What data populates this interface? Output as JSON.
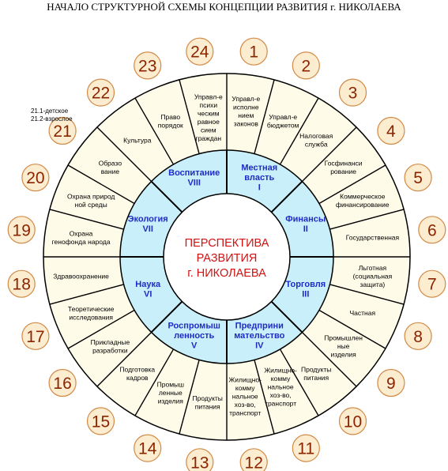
{
  "title": "НАЧАЛО СТРУКТУРНОЙ СХЕМЫ КОНЦЕПЦИИ РАЗВИТИЯ г. НИКОЛАЕВА",
  "note": [
    "21.1-детское",
    "21.2-взрослое"
  ],
  "center": [
    "ПЕРСПЕКТИВА",
    "РАЗВИТИЯ",
    "г. НИКОЛАЕВА"
  ],
  "colors": {
    "ring": "#c9f0fa",
    "outer": "#fefbe8",
    "badge": "#fcecd0",
    "badge_border": "#d28a46",
    "number": "#8b2500",
    "middle_text": "#1f2bc4",
    "center_text": "#d41010"
  },
  "middle": [
    {
      "lines": [
        "Местная",
        "власть",
        "I"
      ]
    },
    {
      "lines": [
        "Финансы",
        "II"
      ]
    },
    {
      "lines": [
        "Торговля",
        "III"
      ]
    },
    {
      "lines": [
        "Предприни",
        "мательство",
        "IV"
      ]
    },
    {
      "lines": [
        "Роспромыш",
        "ленность",
        "V"
      ]
    },
    {
      "lines": [
        "Наука",
        "VI"
      ]
    },
    {
      "lines": [
        "Экология",
        "VII"
      ]
    },
    {
      "lines": [
        "Воспитание",
        "VIII"
      ]
    }
  ],
  "outer": [
    {
      "num": "1",
      "lines": [
        "Управл-е",
        "исполне",
        "нием",
        "законов"
      ]
    },
    {
      "num": "2",
      "lines": [
        "Управл-е",
        "бюджетом"
      ]
    },
    {
      "num": "3",
      "lines": [
        "Налоговая",
        "служба"
      ]
    },
    {
      "num": "4",
      "lines": [
        "Госфинанси",
        "рование"
      ]
    },
    {
      "num": "5",
      "lines": [
        "Коммерческое",
        "финансирование"
      ]
    },
    {
      "num": "6",
      "lines": [
        "Государственная"
      ]
    },
    {
      "num": "7",
      "lines": [
        "Льготная",
        "(социальная",
        "защита)"
      ]
    },
    {
      "num": "8",
      "lines": [
        "Частная"
      ]
    },
    {
      "num": "9",
      "lines": [
        "Промышлен",
        "ные",
        "изделия"
      ]
    },
    {
      "num": "10",
      "lines": [
        "Продукты",
        "питания"
      ]
    },
    {
      "num": "11",
      "lines": [
        "Жилищно-",
        "комму",
        "нальное",
        "хоз-во,",
        "транспорт"
      ]
    },
    {
      "num": "12",
      "lines": [
        "Жилищно-",
        "комму",
        "нальное",
        "хоз-во,",
        "транспорт"
      ]
    },
    {
      "num": "13",
      "lines": [
        "Продукты",
        "питания"
      ]
    },
    {
      "num": "14",
      "lines": [
        "Промыш",
        "ленные",
        "изделия"
      ]
    },
    {
      "num": "15",
      "lines": [
        "Подготовка",
        "кадров"
      ]
    },
    {
      "num": "16",
      "lines": [
        "Прикладные",
        "разработки"
      ]
    },
    {
      "num": "17",
      "lines": [
        "Теоретические",
        "исследования"
      ]
    },
    {
      "num": "18",
      "lines": [
        "Здравоохранение"
      ]
    },
    {
      "num": "19",
      "lines": [
        "Охрана",
        "генофонда народа"
      ]
    },
    {
      "num": "20",
      "lines": [
        "Охрана природ",
        "ной среды"
      ]
    },
    {
      "num": "21",
      "lines": [
        "Образо",
        "вание"
      ]
    },
    {
      "num": "22",
      "lines": [
        "Культура"
      ]
    },
    {
      "num": "23",
      "lines": [
        "Право",
        "порядок"
      ]
    },
    {
      "num": "24",
      "lines": [
        "Управл-е",
        "психи",
        "ческим",
        "равное",
        "сием",
        "граждан"
      ]
    }
  ]
}
